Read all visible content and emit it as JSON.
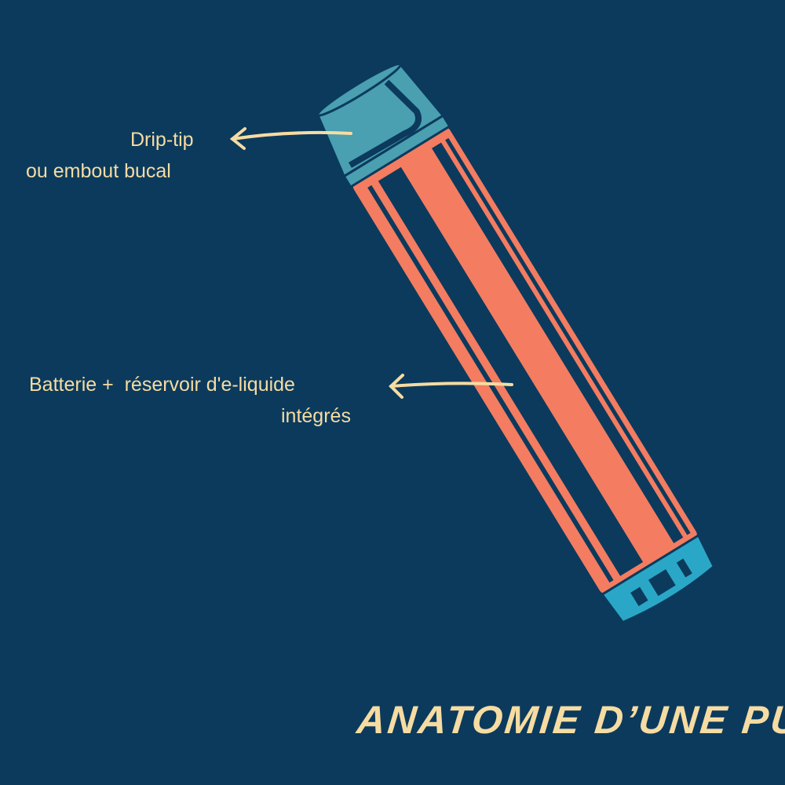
{
  "labels": {
    "drip_tip_line1": "Drip-tip",
    "drip_tip_line2": "ou embout bucal",
    "battery_line1": "Batterie +  réservoir d'e-liquide",
    "battery_line2": "intégrés"
  },
  "title": "ANATOMIE D’UNE PUFF",
  "colors": {
    "background": "#0b3a5d",
    "body": "#f47c60",
    "mouthpiece": "#4a9fb0",
    "bottom_cap": "#2aa7c6",
    "text": "#f6dca2"
  }
}
